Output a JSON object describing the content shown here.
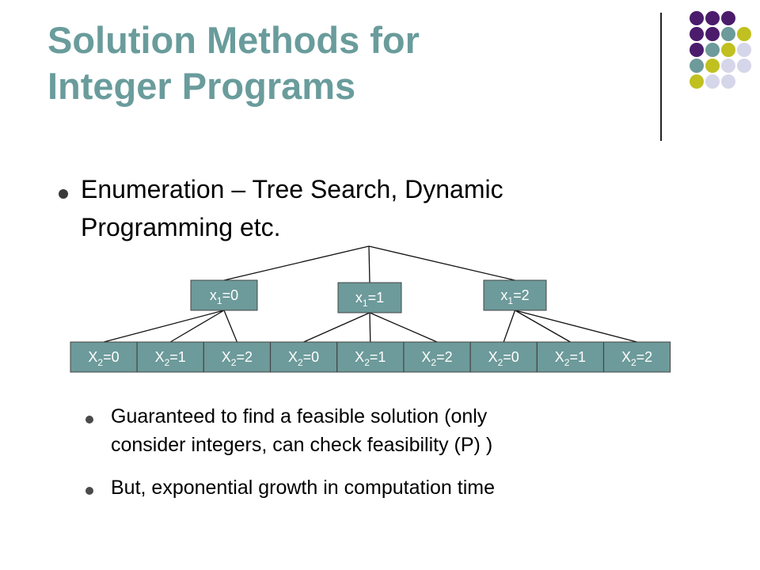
{
  "slide": {
    "title_line1": "Solution Methods for",
    "title_line2": "Integer Programs",
    "bullet1_line1": "Enumeration – Tree Search, Dynamic",
    "bullet1_line2": "Programming etc.",
    "sub1_line1": "Guaranteed to find a feasible solution (only",
    "sub1_line2": "consider integers, can check feasibility (P) )",
    "sub2_line1": "But, exponential growth in computation time"
  },
  "colors": {
    "title": "#6a9c9c",
    "node_fill": "#6d9a9a",
    "dot_purple": "#4b1c6b",
    "dot_teal": "#6d9a9a",
    "dot_olive": "#c0c020",
    "dot_lavender": "#d6d6ea"
  },
  "tree": {
    "level1": [
      {
        "var": "x",
        "sub": "1",
        "eq": "=0"
      },
      {
        "var": "x",
        "sub": "1",
        "eq": "=1"
      },
      {
        "var": "x",
        "sub": "1",
        "eq": "=2"
      }
    ],
    "level2": [
      {
        "var": "X",
        "sub": "2",
        "eq": "=0"
      },
      {
        "var": "X",
        "sub": "2",
        "eq": "=1"
      },
      {
        "var": "X",
        "sub": "2",
        "eq": "=2"
      },
      {
        "var": "X",
        "sub": "2",
        "eq": "=0"
      },
      {
        "var": "X",
        "sub": "2",
        "eq": "=1"
      },
      {
        "var": "X",
        "sub": "2",
        "eq": "=2"
      },
      {
        "var": "X",
        "sub": "2",
        "eq": "=0"
      },
      {
        "var": "X",
        "sub": "2",
        "eq": "=1"
      },
      {
        "var": "X",
        "sub": "2",
        "eq": "=2"
      }
    ]
  }
}
